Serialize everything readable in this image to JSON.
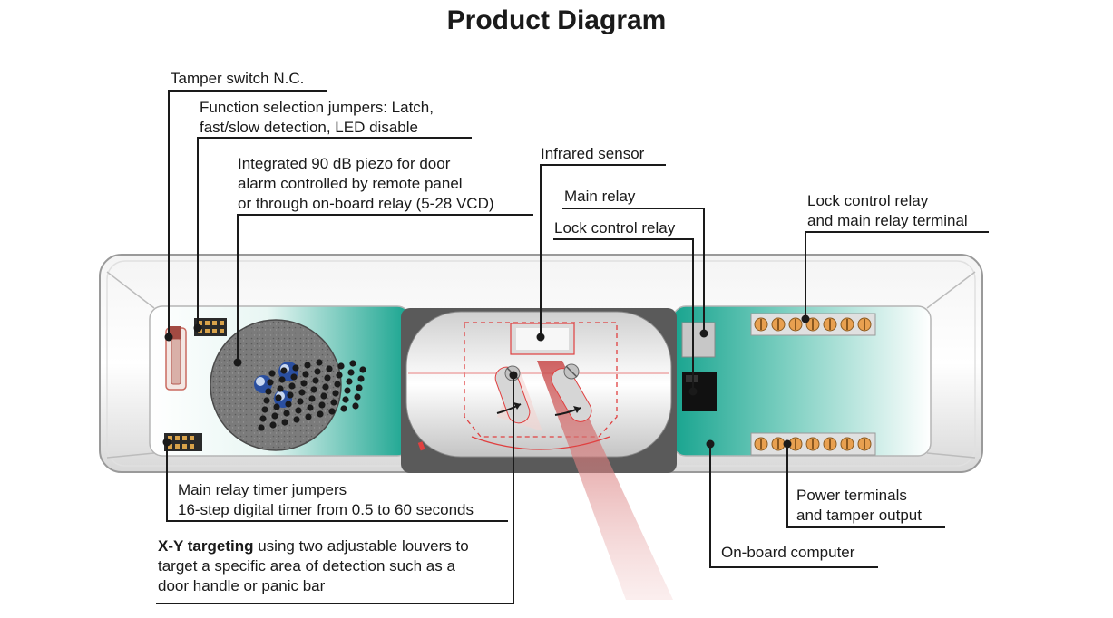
{
  "title": "Product Diagram",
  "labels": {
    "tamper_switch": "Tamper switch N.C.",
    "function_jumpers": [
      "Function selection jumpers: Latch,",
      "fast/slow detection, LED disable"
    ],
    "piezo": [
      "Integrated 90 dB piezo for door",
      "alarm controlled by remote panel",
      "or through on-board relay (5-28 VCD)"
    ],
    "infrared_sensor": "Infrared sensor",
    "main_relay": "Main relay",
    "lock_control_relay": "Lock control relay",
    "lock_relay_terminal": [
      "Lock control relay",
      "and main relay terminal"
    ],
    "timer_jumpers": [
      "Main relay timer jumpers",
      "16-step digital timer from 0.5 to 60 seconds"
    ],
    "xy_targeting": {
      "bold": "X-Y targeting",
      "line1_rest": " using two adjustable louvers to",
      "line2": "target a specific area of detection such as a",
      "line3": "door handle or panic bar"
    },
    "power_terminals": [
      "Power terminals",
      "and tamper output"
    ],
    "onboard_computer": "On-board computer"
  },
  "colors": {
    "board_teal": "#1fa896",
    "callout_line": "#1a1a1a",
    "beam_red": "#e06060",
    "terminal_orange": "#e8a050"
  }
}
